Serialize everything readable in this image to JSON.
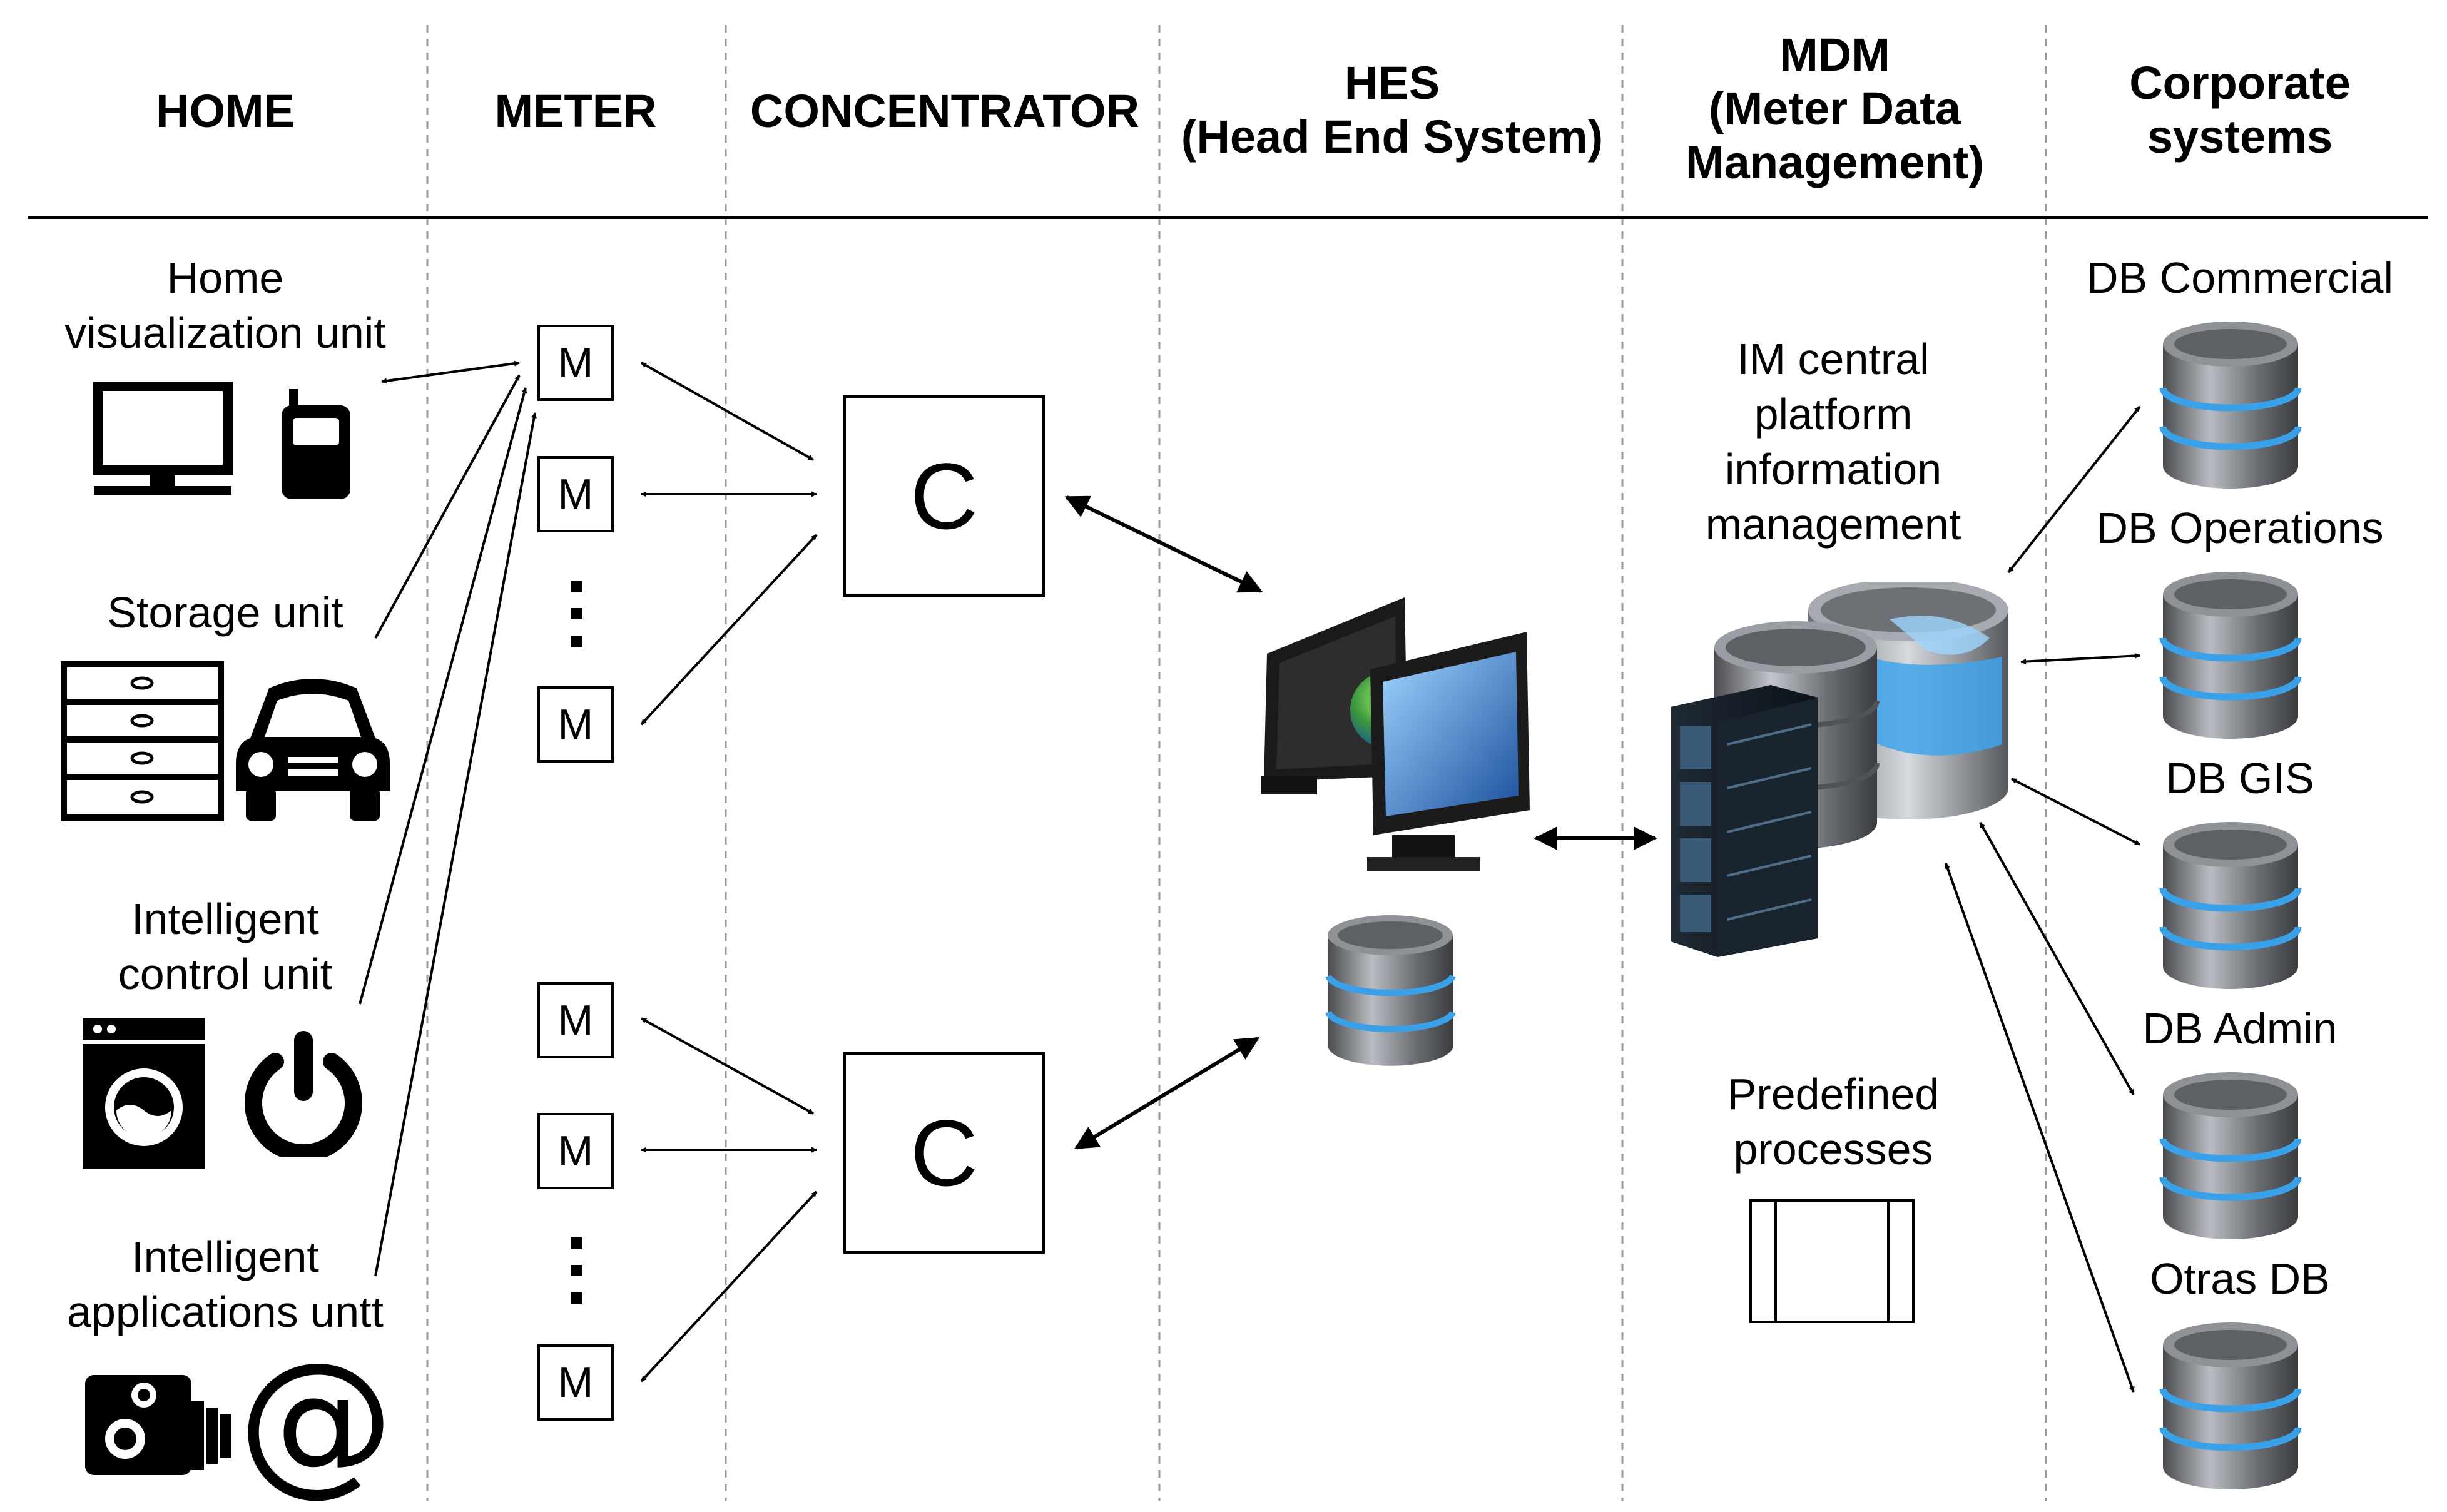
{
  "headers": {
    "home": "HOME",
    "meter": "METER",
    "concentrator": "CONCENTRATOR",
    "hes": "HES\n(Head End System)",
    "mdm": "MDM\n(Meter Data\nManagement)",
    "corporate": "Corporate\nsystems"
  },
  "home_units": [
    {
      "label": "Home\nvisualization unit",
      "icons": [
        "monitor-icon",
        "mobile-phone-icon"
      ]
    },
    {
      "label": "Storage unit",
      "icons": [
        "storage-cabinet-icon",
        "car-icon"
      ]
    },
    {
      "label": "Intelligent\ncontrol unit",
      "icons": [
        "washing-machine-icon",
        "power-button-icon"
      ]
    },
    {
      "label": "Intelligent\napplications untt",
      "icons": [
        "camera-icon",
        "at-sign-icon"
      ]
    }
  ],
  "meters": {
    "label": "M",
    "group_top": [
      "M",
      "M",
      "M"
    ],
    "group_bottom": [
      "M",
      "M",
      "M"
    ]
  },
  "concentrators": [
    "C",
    "C"
  ],
  "hes": {
    "icons": [
      "workstation-globe-icon",
      "database-icon"
    ]
  },
  "mdm": {
    "platform_label": "IM central\nplatform\ninformation\nmanagement",
    "process_label": "Predefined\nprocesses",
    "icons": [
      "server-rack-icon",
      "database-cluster-icon",
      "predefined-process-icon"
    ]
  },
  "corporate_dbs": [
    "DB Commercial",
    "DB Operations",
    "DB GIS",
    "DB Admin",
    "Otras DB"
  ],
  "colors": {
    "line": "#000000",
    "divider": "#999999",
    "db_body": "#7f8186",
    "db_band": "#3aa0e8",
    "screen": "#2a6fb8"
  }
}
